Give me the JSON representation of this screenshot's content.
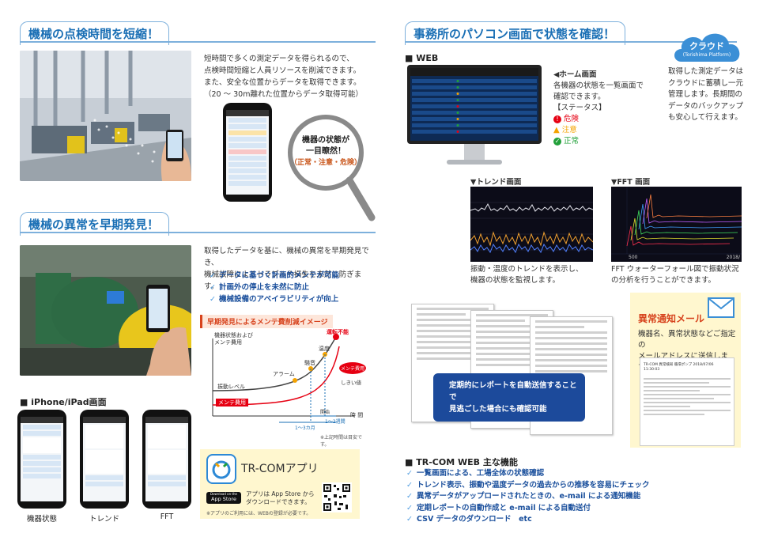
{
  "left_top": {
    "title": "機械の点検時間を短縮！",
    "body": [
      "短時間で多くの測定データを得られるので、",
      "点検時間短縮と人員リソースを削減できます。",
      "また、安全な位置からデータを取得できます。",
      "（20 ～ 30m離れた位置からデータ取得可能）"
    ],
    "magnifier": {
      "line1": "機器の状態が",
      "line2": "一目瞭然！",
      "line3": "（正常・注意・危険）"
    }
  },
  "left_mid": {
    "title": "機械の異常を早期発見！",
    "body": [
      "取得したデータを基に、機械の異常を早期発見でき、",
      "機械故障によるトラブルや損失を未然に防ぎます。"
    ],
    "checks": [
      "データに基づく計画的メンテが可能",
      "計画外の停止を未然に防止",
      "機械設備のアベイラビリティが向上"
    ],
    "diagram": {
      "title": "早期発見によるメンテ費削減イメージ",
      "ylabel1": "機器状態および",
      "ylabel2": "メンテ費用",
      "levels": [
        "振動レベル",
        "メンテ費用"
      ],
      "stages": [
        "アラーム",
        "騒音",
        "温度",
        "運転不能"
      ],
      "badge": "メンテ費用",
      "threshold": "しきい値",
      "time": "時 間",
      "span1": "1～2週間",
      "span2": "1～3カ月",
      "start": "開始",
      "note": "※上記時間は目安です。"
    }
  },
  "left_bottom": {
    "heading": "iPhone/iPad画面",
    "captions": [
      "機器状態",
      "トレンド",
      "FFT"
    ],
    "app": {
      "name": "TR-COMアプリ",
      "line1": "アプリは App Store から",
      "line2": "ダウンロードできます。",
      "store_small": "Download on the",
      "store": "App Store",
      "note": "※アプリのご利用には、WEBの登録が必要です。"
    }
  },
  "right": {
    "title": "事務所のパソコン画面で状態を確認！",
    "web_heading": "WEB",
    "home": {
      "label": "ホーム画面",
      "desc": [
        "各機器の状態を一覧画面で",
        "確認できます。"
      ],
      "status_head": "【ステータス】",
      "statuses": [
        "危険",
        "注意",
        "正常"
      ]
    },
    "cloud": {
      "label": "クラウド",
      "sub": "(Torishima Platform)",
      "desc": [
        "取得した測定データは",
        "クラウドに蓄積し一元",
        "管理します。長期間の",
        "データのバックアップ",
        "も安心して行えます。"
      ]
    },
    "trend": {
      "label": "トレンド画面",
      "desc": [
        "振動・温度のトレンドを表示し、",
        "機器の状態を監視します。"
      ]
    },
    "fft": {
      "label": "FFT 画面",
      "desc": [
        "FFT ウォーターフォール図で振動状況",
        "の分析を行うことができます。"
      ],
      "axis_left": "500",
      "axis_right": "2018/"
    },
    "report_banner": [
      "定期的にレポートを自動送信することで",
      "見逃ごした場合にも確認可能"
    ],
    "mail": {
      "title": "異常通知メール",
      "desc": [
        "機器名、異常状態などご指定の",
        "メールアドレスに送信します。"
      ],
      "subject": "TR-COM 異常検知  循環ポンプ 2018/07/06 11:30:03"
    },
    "func_heading": "TR-COM WEB 主な機能",
    "functions": [
      "一覧画面による、工場全体の状態確認",
      "トレンド表示、振動や温度データの過去からの推移を容易にチェック",
      "異常データがアップロードされたときの、e-mail による通知機能",
      "定期レポートの自動作成と e-mail による自動送付",
      "CSV データのダウンロード　etc"
    ]
  },
  "colors": {
    "accent": "#1a6fb5",
    "danger": "#e60012",
    "warning": "#f5a300",
    "ok": "#22a03a"
  }
}
